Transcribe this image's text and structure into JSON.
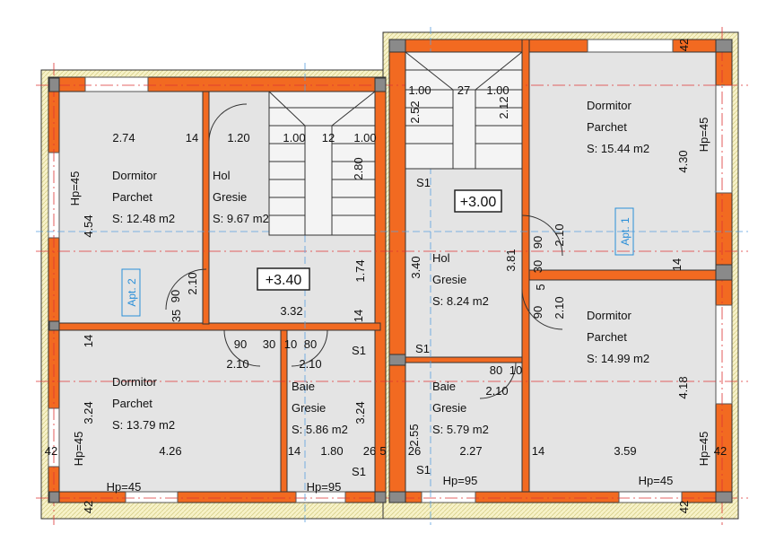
{
  "apartments": [
    {
      "label": "Apt. 2"
    },
    {
      "label": "Apt. 1"
    }
  ],
  "levels": [
    {
      "value": "+3.40"
    },
    {
      "value": "+3.00"
    }
  ],
  "rooms": [
    {
      "name": "Dormitor",
      "floor": "Parchet",
      "area": "S: 12.48 m2"
    },
    {
      "name": "Hol",
      "floor": "Gresie",
      "area": "S: 9.67 m2"
    },
    {
      "name": "Dormitor",
      "floor": "Parchet",
      "area": "S: 13.79 m2"
    },
    {
      "name": "Baie",
      "floor": "Gresie",
      "area": "S: 5.86 m2"
    },
    {
      "name": "Hol",
      "floor": "Gresie",
      "area": "S: 8.24 m2"
    },
    {
      "name": "Baie",
      "floor": "Gresie",
      "area": "S: 5.79 m2"
    },
    {
      "name": "Dormitor",
      "floor": "Parchet",
      "area": "S: 15.44 m2"
    },
    {
      "name": "Dormitor",
      "floor": "Parchet",
      "area": "S: 14.99 m2"
    }
  ],
  "dimensions": [
    "2.74",
    "14",
    "1.20",
    "1.00",
    "12",
    "1.00",
    "2.80",
    "4.54",
    "Hp=45",
    "2.10",
    "90",
    "35",
    "1.74",
    "3.32",
    "14",
    "90",
    "30",
    "10",
    "80",
    "2.10",
    "2.10",
    "S1",
    "14",
    "3.24",
    "Hp=45",
    "42",
    "4.26",
    "14",
    "1.80",
    "26",
    "5",
    "3.24",
    "S1",
    "Hp=45",
    "Hp=95",
    "42",
    "1.00",
    "27",
    "1.00",
    "2.52",
    "2.12",
    "S1",
    "3.40",
    "3.81",
    "S1",
    "80",
    "10",
    "2.10",
    "2.55",
    "26",
    "2.27",
    "S1",
    "Hp=95",
    "4.30",
    "Hp=45",
    "2.10",
    "90",
    "30",
    "5",
    "14",
    "90",
    "2.10",
    "4.18",
    "14",
    "3.59",
    "Hp=45",
    "42",
    "Hp=45",
    "42",
    "42"
  ]
}
